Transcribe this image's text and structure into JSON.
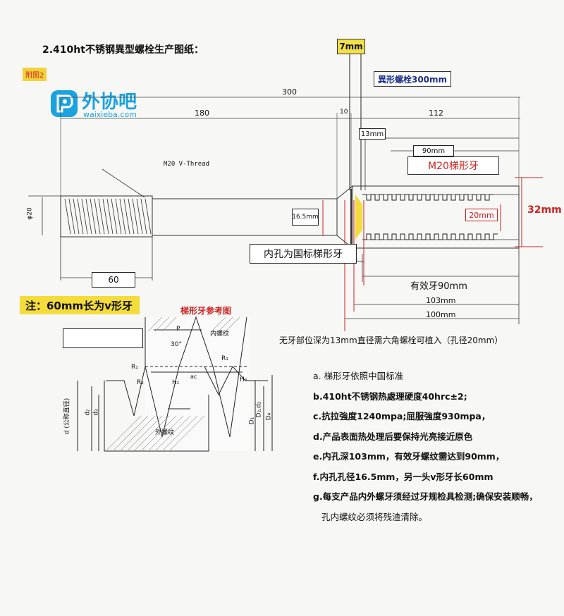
{
  "title": "2.410ht不锈钢異型螺栓生产图纸：",
  "tag_7mm": "7mm",
  "ref_tag": "附图2",
  "logo": {
    "cn": "外协吧",
    "en": "waixieba.com"
  },
  "bolt_label": "異形螺栓300mm",
  "dims": {
    "total": "300",
    "d180": "180",
    "d10": "10",
    "d112": "112",
    "d60": "60",
    "dia": "φ20",
    "m20v": "M20 V-Thread",
    "d13": "13mm",
    "d90": "90mm",
    "d20": "20mm",
    "d32": "32mm",
    "d165": "16.5mm",
    "eff90": "有效牙90mm",
    "d103": "103mm",
    "d100": "100mm"
  },
  "m20_trap": "M20梯形牙",
  "inner_label": "内孔为国标梯形牙",
  "note_60": "注：60mm长为v形牙",
  "trap_ref": {
    "title": "梯形牙参考图",
    "inner": "内螺纹",
    "outer": "外螺纹",
    "p": "P",
    "angle": "30°",
    "r1": "R₁",
    "r2": "R₂",
    "h1": "H₁",
    "h4": "H₄",
    "ac": "ac",
    "d_label": "d (公称直径)",
    "d2": "d₂",
    "d3": "d₃",
    "d1": "D₁",
    "dd": "D₂,d₂",
    "d4": "D₄"
  },
  "no_thread_note": "无牙部位深为13mm直径需六角螺栓可植入（孔径20mm）",
  "notes": [
    "a. 梯形牙依照中国标准",
    "b.410ht不锈钢热處理硬度40hrc±2;",
    "c.抗拉強度1240mpa;屈服強度930mpa，",
    "d.产品表面热处理后要保持光亮接近原色",
    "e.内孔深103mm，有效牙螺纹需达到90mm，",
    "f.内孔孔径16.5mm，另一头v形牙长60mm",
    "g.每支产品内外螺牙须经过牙规检具检测;确保安装顺畅，",
    "孔内螺纹必须将残渣清除。"
  ]
}
